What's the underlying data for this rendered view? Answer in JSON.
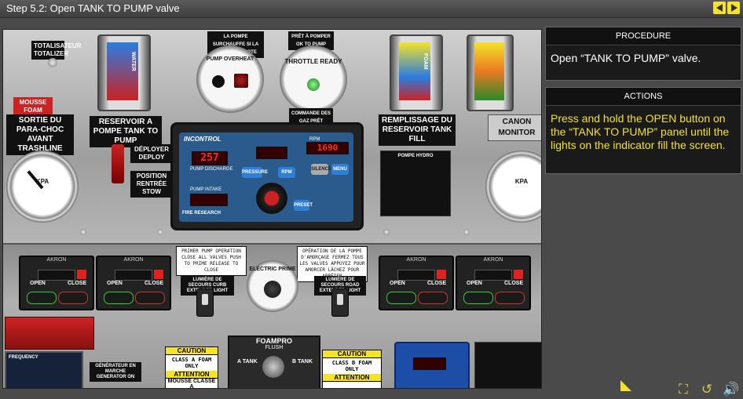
{
  "header": {
    "title": "Step 5.2: Open TANK TO PUMP valve"
  },
  "sidebar": {
    "procedure_heading": "PROCEDURE",
    "procedure_text": "Open “TANK TO PUMP” valve.",
    "actions_heading": "ACTIONS",
    "actions_text": "Press and hold the OPEN button on the “TANK TO PUMP” panel until the lights on the indicator fill the screen."
  },
  "panel": {
    "top_label_1": "TOTALISATEUR TOTALIZER",
    "label_mousse_foam": "MOUSSE FOAM",
    "label_sortie": "SORTIE DU PARA-CHOC AVANT TRASHLINE",
    "label_reservoir": "RESERVOIR A POMPE TANK TO PUMP",
    "label_deployer": "DÉPLOYER DEPLOY",
    "label_position": "POSITION RENTRÉE STOW",
    "label_pompe_surchauffe": "LA POMPE SURCHAUFFE SI LA LAMPE CLIGNOTE",
    "label_pump_overheat": "PUMP OVERHEAT",
    "label_pret": "PRÊT À POMPER OK TO PUMP",
    "label_throttle": "THROTTLE READY",
    "label_commande": "COMMANDE DES GAZ PRÊT",
    "label_remplissage": "REMPLISSAGE DU RESERVOIR TANK FILL",
    "label_canon": "CANON MONITOR",
    "label_water": "WATER",
    "label_foam": "FOAM",
    "control_brand": "INCONTROL",
    "control_display_1": "257",
    "control_display_2": "1690",
    "label_pump_discharge": "PUMP DISCHARGE",
    "label_pump_intake": "PUMP INTAKE",
    "label_rpm": "RPM",
    "label_pressure": "PRESSURE",
    "label_rpm_btn": "RPM",
    "label_silence": "SILENCE",
    "label_menu": "MENU",
    "label_preset": "PRESET",
    "label_fire_research": "FIRE RESEARCH",
    "label_pompe_hydro": "POMPE HYDRO",
    "label_primer_pump": "PRIMER PUMP OPERATION CLOSE ALL VALVES PUSH TO PRIME RELEASE TO CLOSE",
    "label_operation_pompe": "OPÉRATION DE LA POMPE D'AMORÇAGE FERMEZ TOUS LES VALVES APPUYEZ POUR AMORCER LÂCHEZ POUR ARRÊTER",
    "label_lumiere_gauche": "LUMIÈRE DE SECOURS CURB EXTENDER LIGHT",
    "label_lumiere_droite": "LUMIÈRE DE SECOURS ROAD EXTENDER LIGHT",
    "label_electric_prime": "ELECTRIC PRIME",
    "label_akron": "AKRON",
    "label_open": "OPEN",
    "label_close": "CLOSE",
    "label_caution": "CAUTION",
    "label_class_a": "CLASS A FOAM ONLY",
    "label_class_b": "CLASS B FOAM ONLY",
    "label_attention": "ATTENTION",
    "label_mousse_a": "MOUSSE CLASSE A",
    "label_foampro": "FOAMPRO",
    "label_flush": "FLUSH",
    "label_a_tank": "A TANK",
    "label_b_tank": "B TANK",
    "label_generateur": "GÉNÉRATEUR EN MARCHE GENERATOR ON",
    "label_frequency": "FREQUENCY",
    "gauge_left": "KPA",
    "gauge_right": "KPA"
  },
  "controls": {
    "corner_icon": "yellow-corner-triangle",
    "fullscreen_icon": "fullscreen-icon",
    "replay_icon": "replay-icon",
    "audio_icon": "speaker-icon"
  },
  "colors": {
    "accent": "#f4e22b",
    "panel_bg": "#1a1a1a"
  }
}
